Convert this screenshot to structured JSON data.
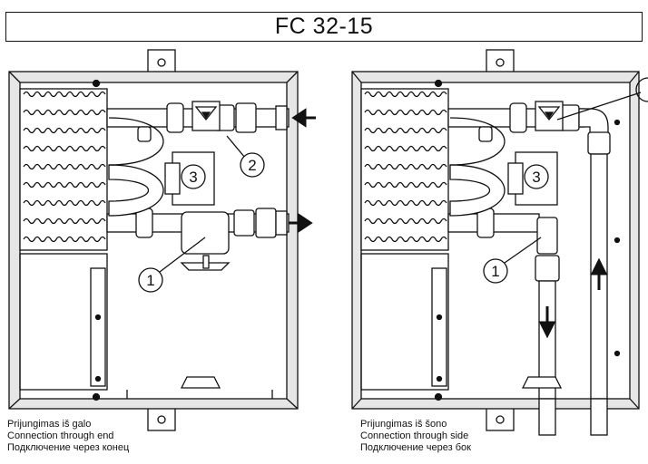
{
  "title": "FC 32-15",
  "callouts": {
    "valve": "1",
    "actuator": "2",
    "drive": "3"
  },
  "left_panel": {
    "caption": [
      "Prijungimas iš galo",
      "Connection through end",
      "Подключение через конец"
    ]
  },
  "right_panel": {
    "caption": [
      "Prijungimas iš šono",
      "Connection through side",
      "Подключение через бок"
    ]
  },
  "colors": {
    "line": "#111111",
    "frame_fill": "#e6e6e6",
    "pipe_fill": "#ffffff"
  }
}
